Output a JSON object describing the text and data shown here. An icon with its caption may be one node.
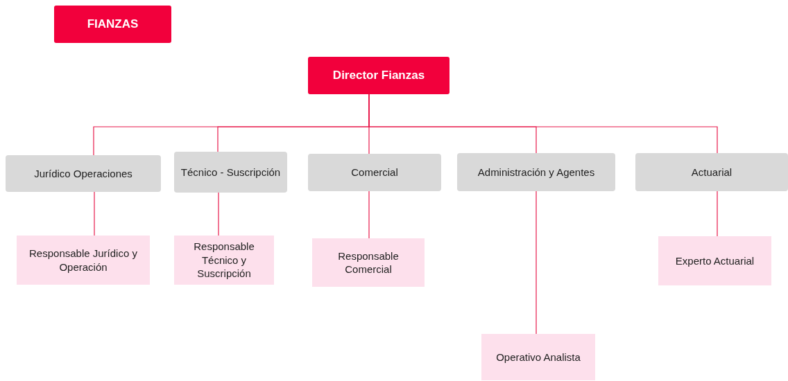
{
  "diagram": {
    "nodes": [
      {
        "text": [
          "FIANZAS"
        ]
      },
      {
        "text": [
          "Director Fianzas"
        ]
      },
      {
        "text": [
          "Jurídico  Operaciones"
        ]
      },
      {
        "text": [
          "Técnico - Suscripción"
        ]
      },
      {
        "text": [
          "Comercial"
        ]
      },
      {
        "text": [
          "Administración y Agentes"
        ]
      },
      {
        "text": [
          "Actuarial"
        ]
      },
      {
        "text": [
          "Responsable Jurídico y Operación"
        ]
      },
      {
        "text": [
          "Responsable Técnico y Suscripción"
        ]
      },
      {
        "text": [
          "Responsable Comercial"
        ]
      },
      {
        "text": [
          "Experto Actuarial"
        ]
      },
      {
        "text": [
          "Operativo Analista"
        ]
      }
    ],
    "edges": [
      {
        "from": 1,
        "to": 2,
        "arrow": "none"
      },
      {
        "from": 1,
        "to": 3,
        "arrow": "none"
      },
      {
        "from": 1,
        "to": 4,
        "arrow": "none"
      },
      {
        "from": 1,
        "to": 5,
        "arrow": "none"
      },
      {
        "from": 1,
        "to": 6,
        "arrow": "none"
      },
      {
        "from": 2,
        "to": 7,
        "arrow": "none"
      },
      {
        "from": 3,
        "to": 8,
        "arrow": "none"
      },
      {
        "from": 4,
        "to": 9,
        "arrow": "none"
      },
      {
        "from": 5,
        "to": 11,
        "arrow": "none"
      },
      {
        "from": 6,
        "to": 10,
        "arrow": "none"
      }
    ]
  }
}
